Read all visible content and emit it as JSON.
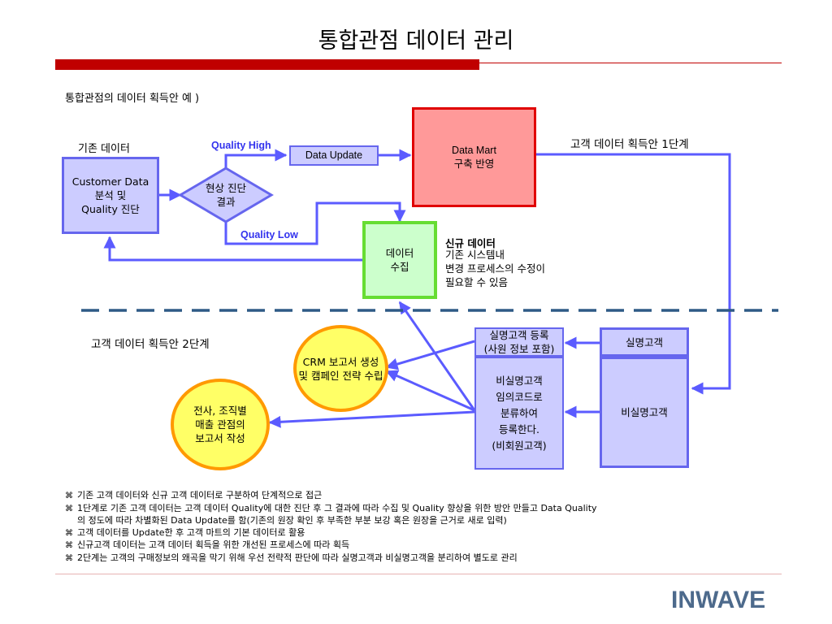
{
  "title": "통합관점 데이터 관리",
  "subtitle": "통합관점의 데이터 획득안 예 )",
  "diagram": {
    "existing_data_label": "기존 데이터",
    "customer_data": "Customer Data\n분석 및\nQuality 진단",
    "diagnosis": "현상 진단\n결과",
    "quality_high": "Quality High",
    "quality_low": "Quality Low",
    "data_update": "Data Update",
    "data_mart": "Data Mart\n구축 반영",
    "stage1": "고객 데이터 획득안 1단계",
    "data_collect": "데이터\n수집",
    "new_data_title": "신규 데이터",
    "new_data_desc": "기존 시스템내\n변경 프로세스의 수정이\n필요할 수 있음",
    "stage2": "고객 데이터 획득안 2단계",
    "crm": "CRM 보고서 생성\n및 캠페인 전략 수립",
    "report": "전사, 조직별\n매출 관점의\n보고서 작성",
    "registered_customer_reg": "실명고객 등록\n(사원 정보 포함)",
    "nonregistered_reg": "비실명고객\n임의코드로\n분류하여\n등록한다.\n(비회원고객)",
    "registered_customer": "실명고객",
    "nonregistered_customer": "비실명고객"
  },
  "notes": [
    "기존 고객 데이터와 신규 고객 데이터로 구분하여 단계적으로 접근",
    "1단계로 기존 고객 데이터는 고객 데이터 Quality에 대한 진단 후 그 결과에 따라 수집 및 Quality 향상을 위한 방안 만들고 Data Quality",
    "의 정도에 따라 차별화된 Data Update를 함(기존의 원장 확인 후 부족한 부분 보강 혹은 원장을 근거로 새로 입력)",
    "고객 데이터를 Update한 후 고객 마트의 기본 데이터로 활용",
    "신규고객 데이터는 고객 데이터 획득을 위한 개선된 프로세스에 따라 획득",
    "2단계는 고객의 구매정보의 왜곡을 막기 위해 우선 전략적 판단에 따라 실명고객과 비실명고객을 분리하여 별도로 관리"
  ],
  "bullet_icon": "square-bullet-icon",
  "logo": "INWAVE",
  "colors": {
    "accent_red": "#c00000",
    "arrow_blue": "#5b5bff",
    "lavender": "#ccccff",
    "mart_pink": "#ff9999",
    "green": "#ccffcc",
    "yellow": "#ffff66",
    "orange": "#ff9900",
    "dash": "#2e5a86"
  }
}
